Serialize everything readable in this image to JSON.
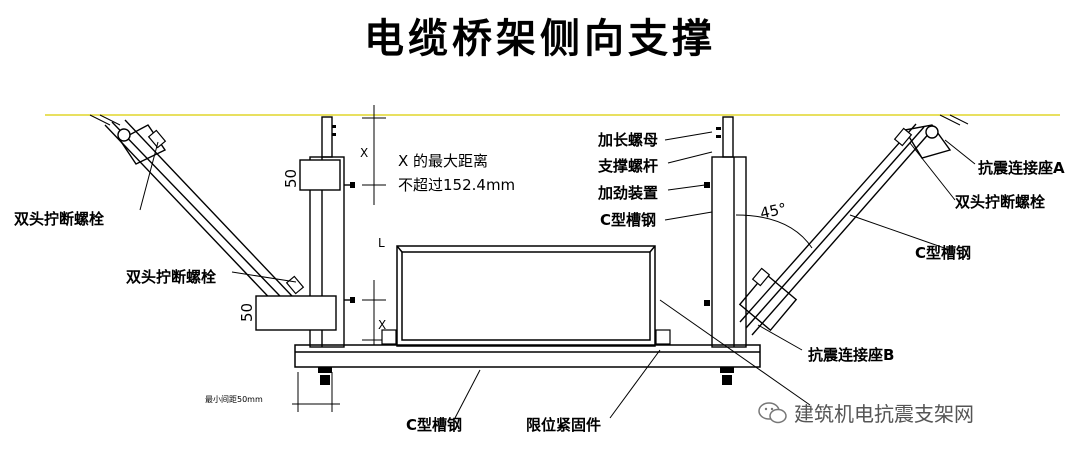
{
  "title": "电缆桥架侧向支撑",
  "callouts": {
    "nut": "加长螺母",
    "rod": "支撑螺杆",
    "stiffener": "加劲装置",
    "c_channel_right_vertical": "C型槽钢",
    "seat_a": "抗震连接座A",
    "bolt_right": "双头拧断螺栓",
    "c_channel_right_diag": "C型槽钢",
    "bolt_left_top": "双头拧断螺栓",
    "bolt_left_bottom": "双头拧断螺栓",
    "seat_b": "抗震连接座B",
    "c_channel_bottom": "C型槽钢",
    "clamp": "限位紧固件"
  },
  "dimensions": {
    "x_note_line1": "X 的最大距离",
    "x_note_line2": "不超过152.4mm",
    "x_top": "X",
    "x_bottom": "X",
    "l": "L",
    "fifty_top": "50",
    "fifty_bottom": "50",
    "angle": "45°",
    "min_spacing": "最小间距50mm"
  },
  "watermark": "建筑机电抗震支架网",
  "colors": {
    "ceiling_line": "#e8e060",
    "line": "#000000",
    "watermark": "#555555"
  }
}
